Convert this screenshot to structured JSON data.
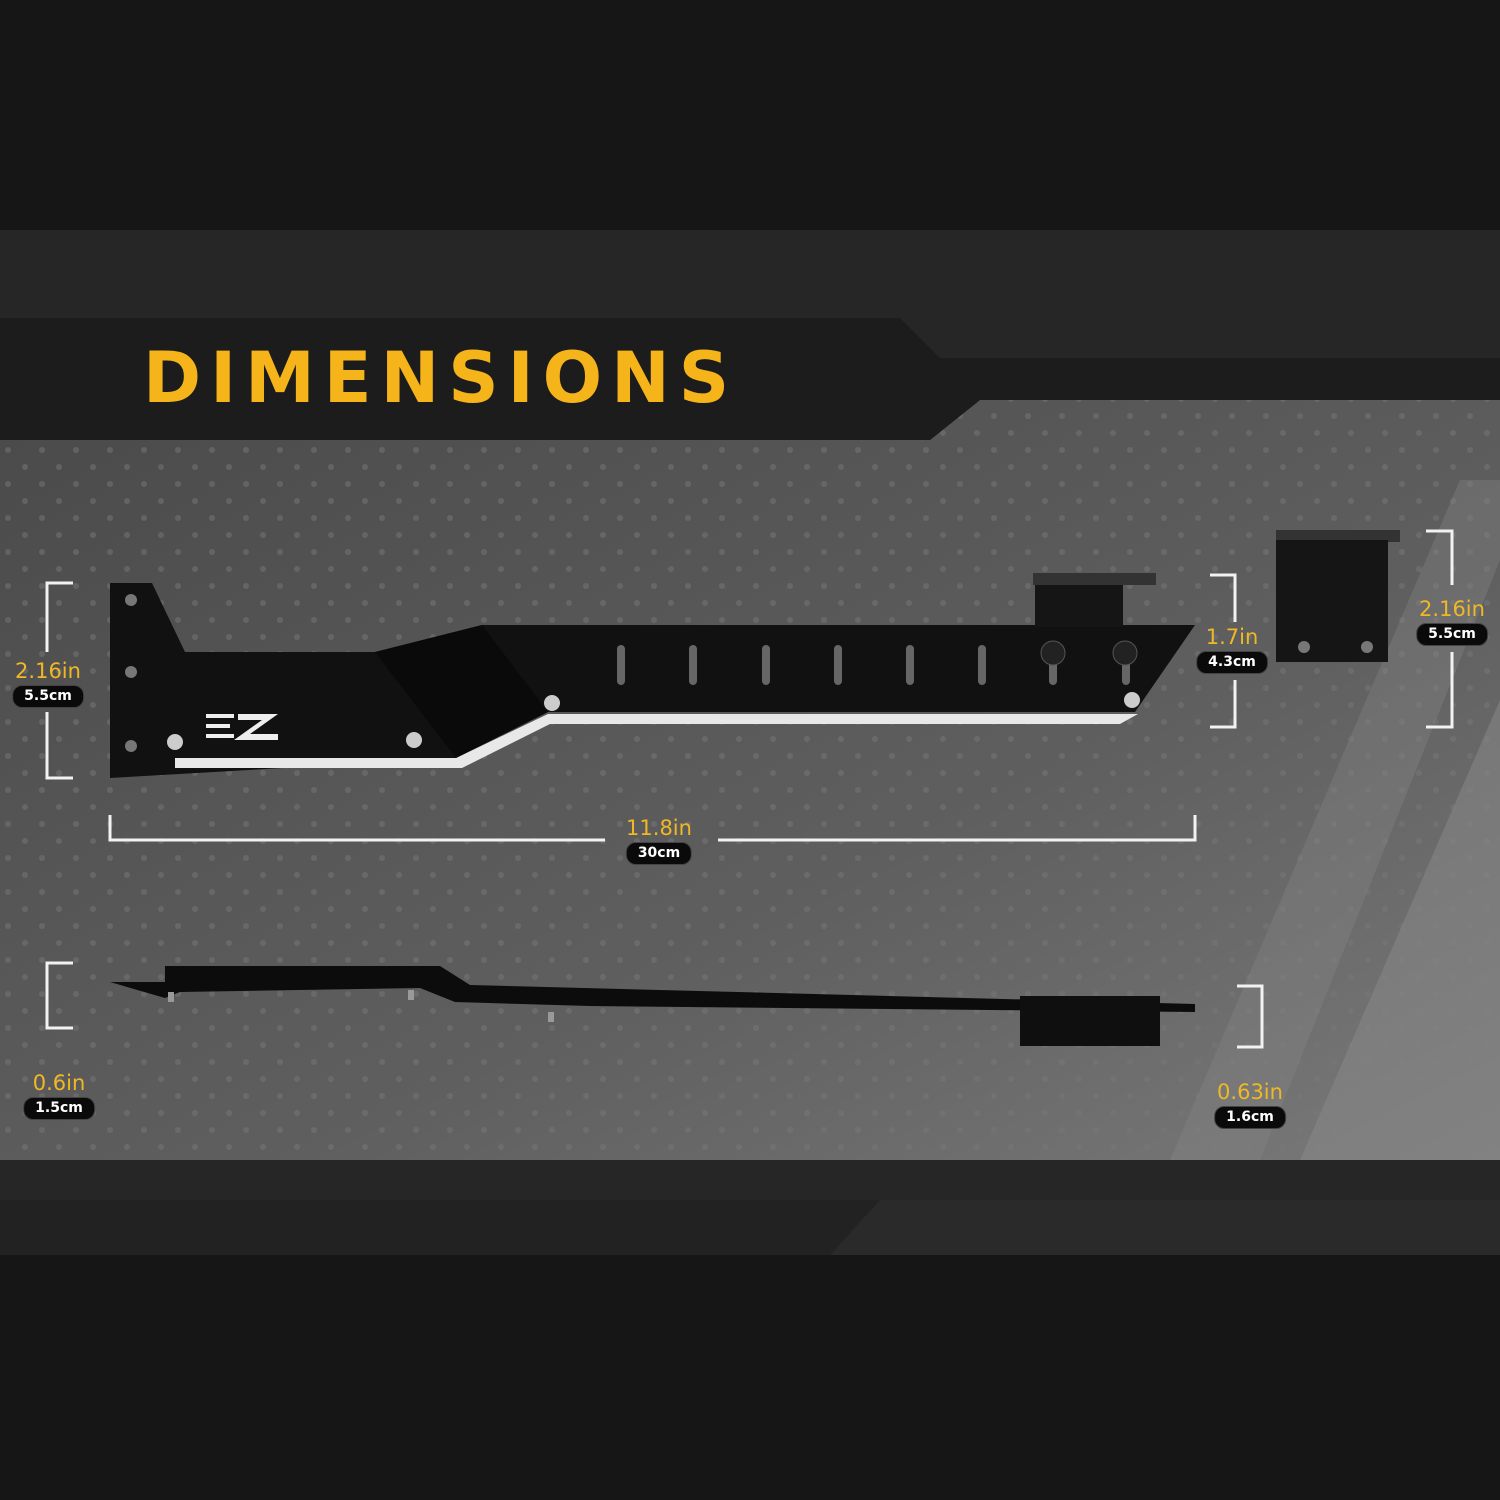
{
  "title": "DIMENSIONS",
  "logo_text": "EZ",
  "colors": {
    "accent": "#f4b41a",
    "background": "#161616",
    "panel": "#5e5e5e"
  },
  "dimensions": [
    {
      "id": "bracket-height",
      "inch": "2.16in",
      "cm": "5.5cm"
    },
    {
      "id": "support-arm-height",
      "inch": "1.7in",
      "cm": "4.3cm"
    },
    {
      "id": "clip-height",
      "inch": "2.16in",
      "cm": "5.5cm"
    },
    {
      "id": "length",
      "inch": "11.8in",
      "cm": "30cm"
    },
    {
      "id": "side-left-thickness",
      "inch": "0.6in",
      "cm": "1.5cm"
    },
    {
      "id": "side-right-thickness",
      "inch": "0.63in",
      "cm": "1.6cm"
    }
  ]
}
